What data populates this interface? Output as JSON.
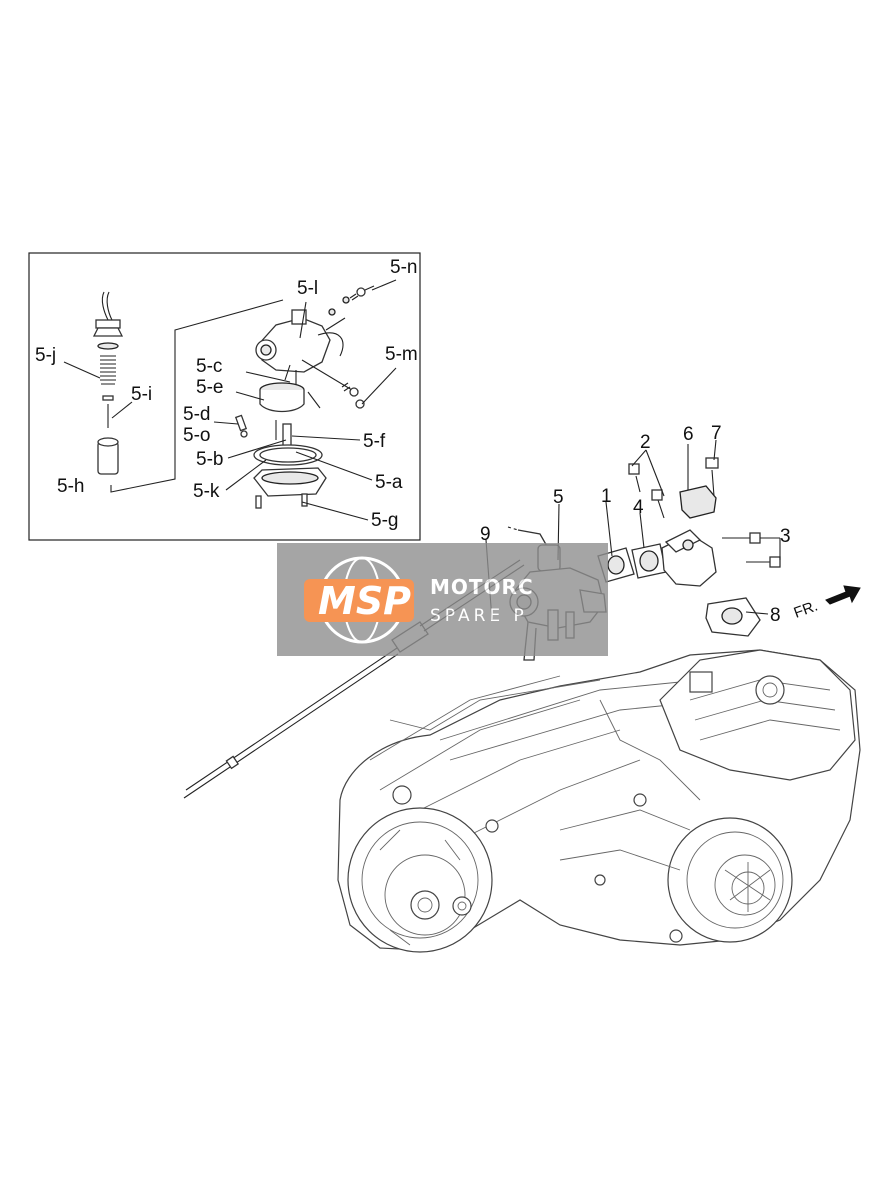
{
  "inset_labels": {
    "l5n": "5-n",
    "l5l": "5-l",
    "l5j": "5-j",
    "l5m": "5-m",
    "l5c": "5-c",
    "l5i": "5-i",
    "l5e": "5-e",
    "l5d": "5-d",
    "l5o": "5-o",
    "l5f": "5-f",
    "l5b": "5-b",
    "l5h": "5-h",
    "l5a": "5-a",
    "l5k": "5-k",
    "l5g": "5-g"
  },
  "main_labels": {
    "l1": "1",
    "l2": "2",
    "l3": "3",
    "l4": "4",
    "l5": "5",
    "l6": "6",
    "l7": "7",
    "l8": "8",
    "l9": "9"
  },
  "direction_label": "FR.",
  "watermark": {
    "badge": "MSP",
    "name": "MOTORC",
    "sub": "SPARE P"
  },
  "colors": {
    "watermark_gray": "#8f8f8f",
    "badge_orange": "#f47a2a",
    "line": "#222222"
  }
}
